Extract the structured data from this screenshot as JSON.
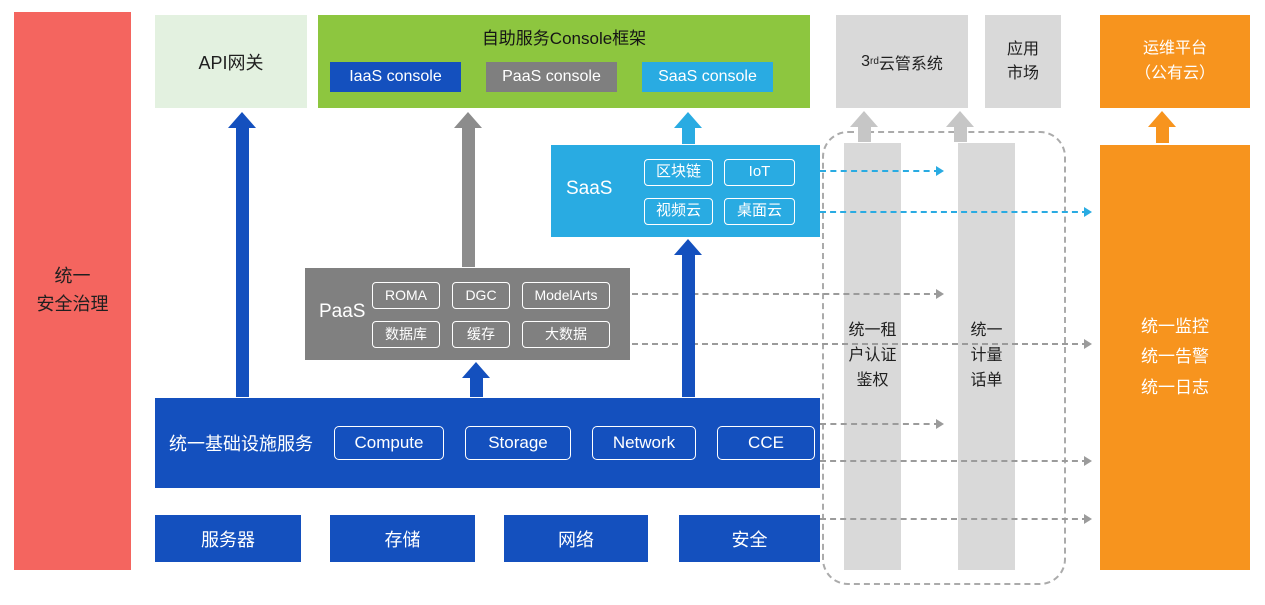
{
  "colors": {
    "red": "#F4655F",
    "light_green": "#E3F1E0",
    "green": "#8DC63F",
    "blue": "#1450BE",
    "gray": "#808080",
    "light_gray": "#D9D9D9",
    "cyan": "#29ABE2",
    "orange": "#F7941E"
  },
  "security_bar": {
    "label": "统一\n安全治理"
  },
  "api_gateway": {
    "label": "API网关"
  },
  "console_framework": {
    "title": "自助服务Console框架",
    "iaas": "IaaS console",
    "paas": "PaaS console",
    "saas": "SaaS console"
  },
  "third_party_cloud": {
    "num": "3",
    "sup": "rd",
    "text": "云管系统"
  },
  "app_market": {
    "label": "应用\n市场"
  },
  "om_platform": {
    "label": "运维平台\n（公有云）"
  },
  "saas_block": {
    "label": "SaaS",
    "chips": [
      "区块链",
      "IoT",
      "视频云",
      "桌面云"
    ]
  },
  "paas_block": {
    "label": "PaaS",
    "chips": [
      "ROMA",
      "DGC",
      "ModelArts",
      "数据库",
      "缓存",
      "大数据"
    ]
  },
  "infra_block": {
    "label": "统一基础设施服务",
    "chips": [
      "Compute",
      "Storage",
      "Network",
      "CCE"
    ]
  },
  "resources": [
    "服务器",
    "存储",
    "网络",
    "安全"
  ],
  "auth_bar": {
    "label": "统一租\n户认证\n鉴权"
  },
  "metering_bar": {
    "label": "统一\n计量\n话单"
  },
  "monitor_bar": {
    "label": "统一监控\n统一告警\n统一日志"
  }
}
